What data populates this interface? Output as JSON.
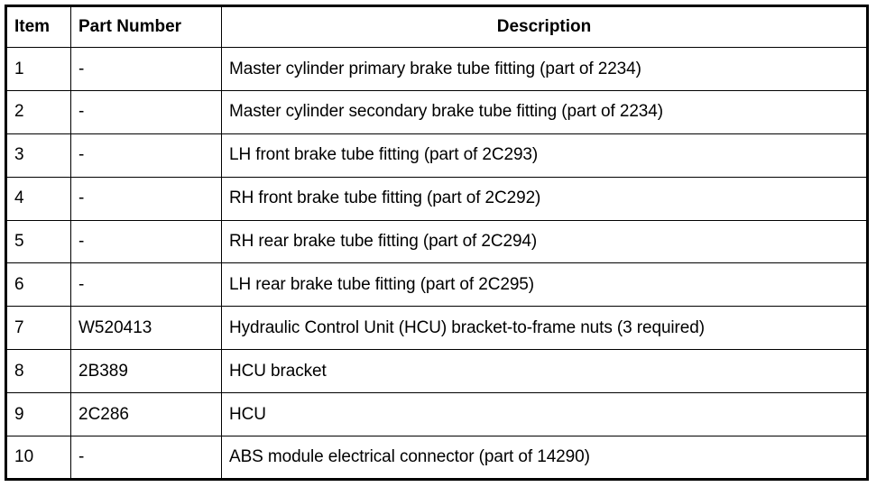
{
  "table": {
    "columns": [
      {
        "key": "item",
        "label": "Item",
        "align": "left"
      },
      {
        "key": "part_number",
        "label": "Part Number",
        "align": "left"
      },
      {
        "key": "description",
        "label": "Description",
        "align": "center"
      }
    ],
    "headers": {
      "item": "Item",
      "part_number": "Part Number",
      "description": "Description"
    },
    "rows": [
      {
        "item": "1",
        "part_number": "-",
        "description": "Master cylinder primary brake tube fitting (part of 2234)"
      },
      {
        "item": "2",
        "part_number": "-",
        "description": "Master cylinder secondary brake tube fitting (part of 2234)"
      },
      {
        "item": "3",
        "part_number": "-",
        "description": "LH front brake tube fitting (part of 2C293)"
      },
      {
        "item": "4",
        "part_number": "-",
        "description": "RH front brake tube fitting (part of 2C292)"
      },
      {
        "item": "5",
        "part_number": "-",
        "description": "RH rear brake tube fitting (part of 2C294)"
      },
      {
        "item": "6",
        "part_number": "-",
        "description": "LH rear brake tube fitting (part of 2C295)"
      },
      {
        "item": "7",
        "part_number": "W520413",
        "description": "Hydraulic Control Unit (HCU) bracket-to-frame nuts (3 required)"
      },
      {
        "item": "8",
        "part_number": "2B389",
        "description": "HCU bracket"
      },
      {
        "item": "9",
        "part_number": "2C286",
        "description": "HCU"
      },
      {
        "item": "10",
        "part_number": "-",
        "description": "ABS module electrical connector (part of 14290)"
      }
    ]
  },
  "colors": {
    "border": "#000000",
    "background": "#ffffff",
    "text": "#000000"
  }
}
